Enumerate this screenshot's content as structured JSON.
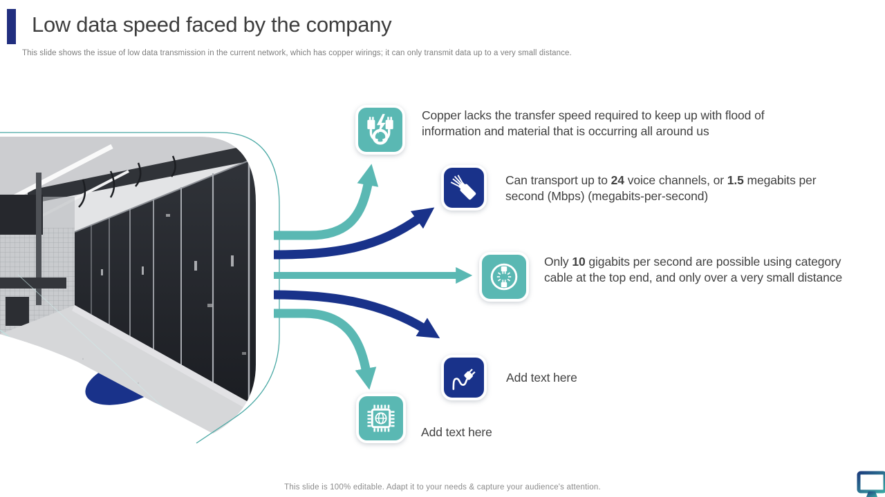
{
  "slide": {
    "title": "Low data speed faced by the company",
    "subtitle": "This slide shows the issue of low data transmission in the current network, which has copper wirings; it can only transmit data up to a very small distance.",
    "footer": "This slide is 100% editable. Adapt it to your needs & capture your audience's attention."
  },
  "colors": {
    "navy": "#19328a",
    "teal": "#5ab8b3",
    "accent_bar": "#212e7f",
    "text_dark": "#3d3d3d",
    "text_gray": "#7d7d7d"
  },
  "photo": {
    "name": "server-room-photo"
  },
  "items": [
    {
      "icon": "usb-cables-lightning-icon",
      "tile_color": "teal",
      "segments": [
        {
          "t": "Copper lacks the transfer speed required to keep up with flood of information and material that is occurring all around us"
        }
      ]
    },
    {
      "icon": "fiber-optic-cable-icon",
      "tile_color": "navy",
      "segments": [
        {
          "t": "Can transport up to "
        },
        {
          "t": "24",
          "b": true
        },
        {
          "t": " voice channels, or "
        },
        {
          "t": "1.5",
          "b": true
        },
        {
          "t": " megabits per second (Mbps) (megabits-per-second)"
        }
      ]
    },
    {
      "icon": "connector-plugs-circle-icon",
      "tile_color": "teal",
      "segments": [
        {
          "t": "Only "
        },
        {
          "t": "10",
          "b": true
        },
        {
          "t": " gigabits per second are possible using category cable at the top end, and only over a very small distance"
        }
      ]
    },
    {
      "icon": "power-plug-cord-icon",
      "tile_color": "navy",
      "segments": [
        {
          "t": "Add text here"
        }
      ]
    },
    {
      "icon": "cpu-chip-globe-icon",
      "tile_color": "teal",
      "segments": [
        {
          "t": "Add text here"
        }
      ]
    }
  ],
  "logo": {
    "name": "monitor-logo"
  }
}
